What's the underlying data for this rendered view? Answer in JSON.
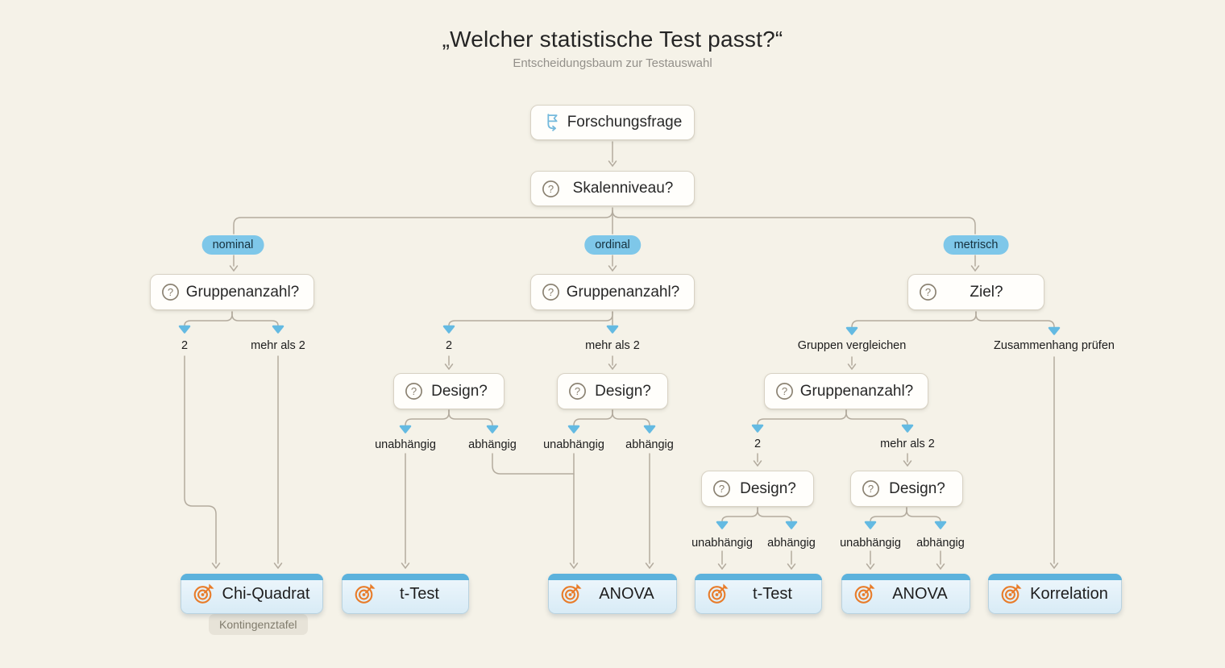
{
  "header": {
    "title": "„Welcher statistische Test passt?“",
    "subtitle": "Entscheidungsbaum zur Testauswahl"
  },
  "nodes": {
    "forschungsfrage": "Forschungsfrage",
    "skalenniveau": "Skalenniveau?",
    "gruppenanzahl_nominal": "Gruppenanzahl?",
    "gruppenanzahl_ordinal": "Gruppenanzahl?",
    "ziel": "Ziel?",
    "design_ordinal_2": "Design?",
    "design_ordinal_mehr": "Design?",
    "gruppenanzahl_metrisch": "Gruppenanzahl?",
    "design_metrisch_2": "Design?",
    "design_metrisch_mehr": "Design?"
  },
  "pills": {
    "nominal": "nominal",
    "ordinal": "ordinal",
    "metrisch": "metrisch"
  },
  "branch_labels": {
    "two": "2",
    "more_than_two": "mehr als 2",
    "independent": "unabhängig",
    "dependent": "abhängig",
    "compare_groups": "Gruppen vergleichen",
    "check_relation": "Zusammenhang prüfen"
  },
  "results": {
    "chi_quadrat": "Chi-Quadrat",
    "chi_quadrat_note": "Kontingenztafel",
    "t_test_ordinal": "t-Test",
    "anova_ordinal": "ANOVA",
    "t_test_metrisch": "t-Test",
    "anova_metrisch": "ANOVA",
    "korrelation": "Korrelation"
  },
  "icons": {
    "root": "flag-icon",
    "question": "question-circle-icon",
    "result": "target-icon"
  },
  "colors": {
    "background": "#f5f2e8",
    "line": "#b3ab9e",
    "pill_blue": "#7ec7e9",
    "arrow_blue": "#64bae2",
    "leaf_bar_blue": "#5cb2dc",
    "target_orange": "#e87c2a",
    "question_icon": "#8a8171",
    "flag_blue": "#74b9dc"
  }
}
